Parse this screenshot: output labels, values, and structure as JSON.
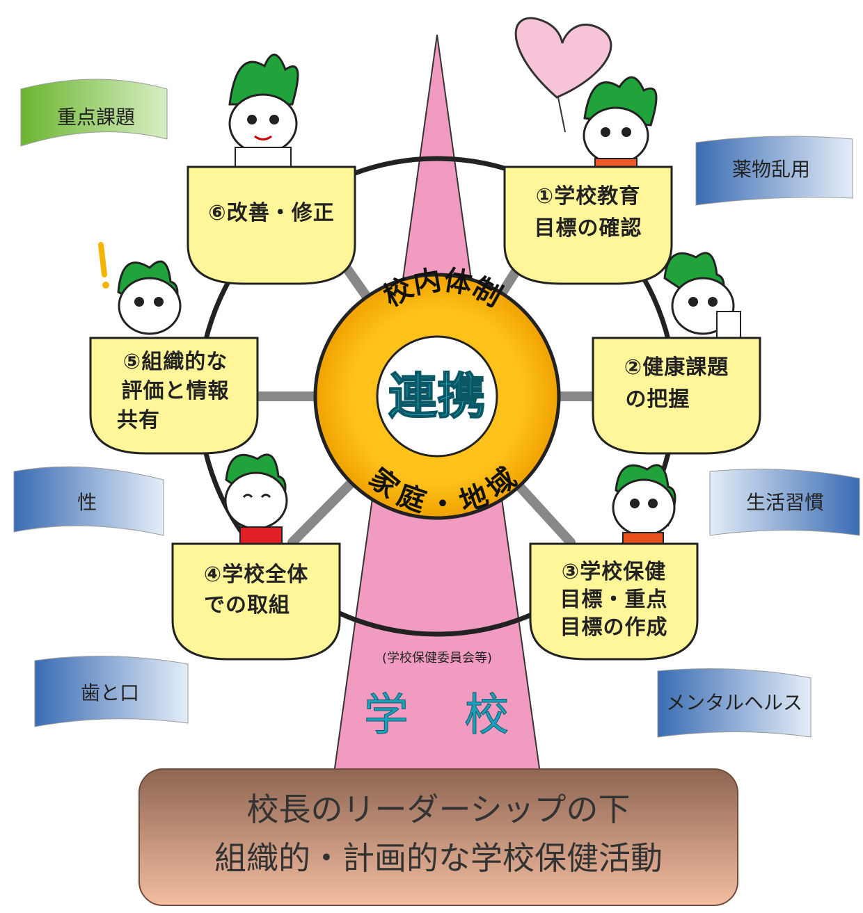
{
  "topics": {
    "t1": "重点課題",
    "t2": "薬物乱用",
    "t3": "性",
    "t4": "生活習慣",
    "t5": "歯と口",
    "t6": "メンタルヘルス"
  },
  "steps": {
    "s1": [
      "①学校教育",
      "目標の確認"
    ],
    "s2": [
      "②健康課題",
      "の把握"
    ],
    "s3": [
      "③学校保健",
      "目標・重点",
      "目標の作成"
    ],
    "s4": [
      "④学校全体",
      "での取組"
    ],
    "s5": [
      "⑤組織的な",
      "評価と情報",
      "共有"
    ],
    "s6": [
      "⑥改善・修正"
    ]
  },
  "hub": {
    "top": "校内体制",
    "center": "連携",
    "bottom": "家庭・地域"
  },
  "school": {
    "committee": "(学校保健委員会等)",
    "label": "学 校"
  },
  "base": {
    "line1": "校長のリーダーシップの下",
    "line2": "組織的・計画的な学校保健活動"
  },
  "colors": {
    "tower": "#f29bc0",
    "cabin": "#fff69a",
    "hub_ring": "#f7a800",
    "mascot_leaf": "#1fa33a",
    "flag_green": "#7cbf3b",
    "flag_blue": "#3f72b7",
    "base": "#b07a62"
  }
}
